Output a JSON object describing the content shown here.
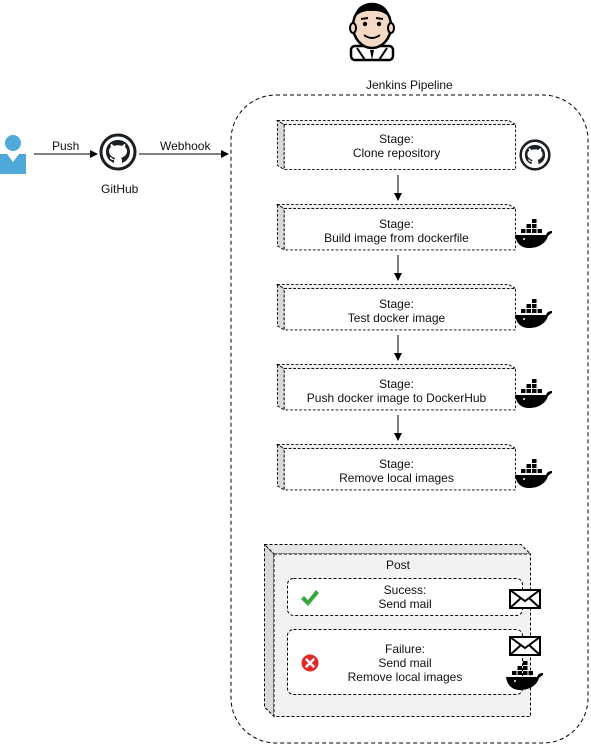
{
  "actor": {
    "push_label": "Push"
  },
  "github": {
    "label": "GitHub",
    "webhook_label": "Webhook"
  },
  "pipeline": {
    "title": "Jenkins Pipeline",
    "stages": [
      {
        "heading": "Stage:",
        "name": "Clone repository",
        "icon": "github-icon"
      },
      {
        "heading": "Stage:",
        "name": "Build image from dockerfile",
        "icon": "docker-icon"
      },
      {
        "heading": "Stage:",
        "name": "Test docker image",
        "icon": "docker-icon"
      },
      {
        "heading": "Stage:",
        "name": "Push docker image to DockerHub",
        "icon": "docker-icon"
      },
      {
        "heading": "Stage:",
        "name": "Remove local images",
        "icon": "docker-icon"
      }
    ],
    "post": {
      "title": "Post",
      "success": {
        "heading": "Sucess:",
        "action": "Send mail",
        "status_icon": "check-icon",
        "icon": "mail-icon"
      },
      "failure": {
        "heading": "Failure:",
        "action": "Send mail",
        "action2": "Remove local images",
        "status_icon": "error-icon",
        "icons": [
          "mail-icon",
          "docker-icon"
        ]
      }
    }
  },
  "colors": {
    "user": "#4fa9d8",
    "check": "#3aa53a",
    "error": "#e02a2a",
    "post_fill": "#f2f2f2",
    "stage_side": "#d9d9d9"
  }
}
